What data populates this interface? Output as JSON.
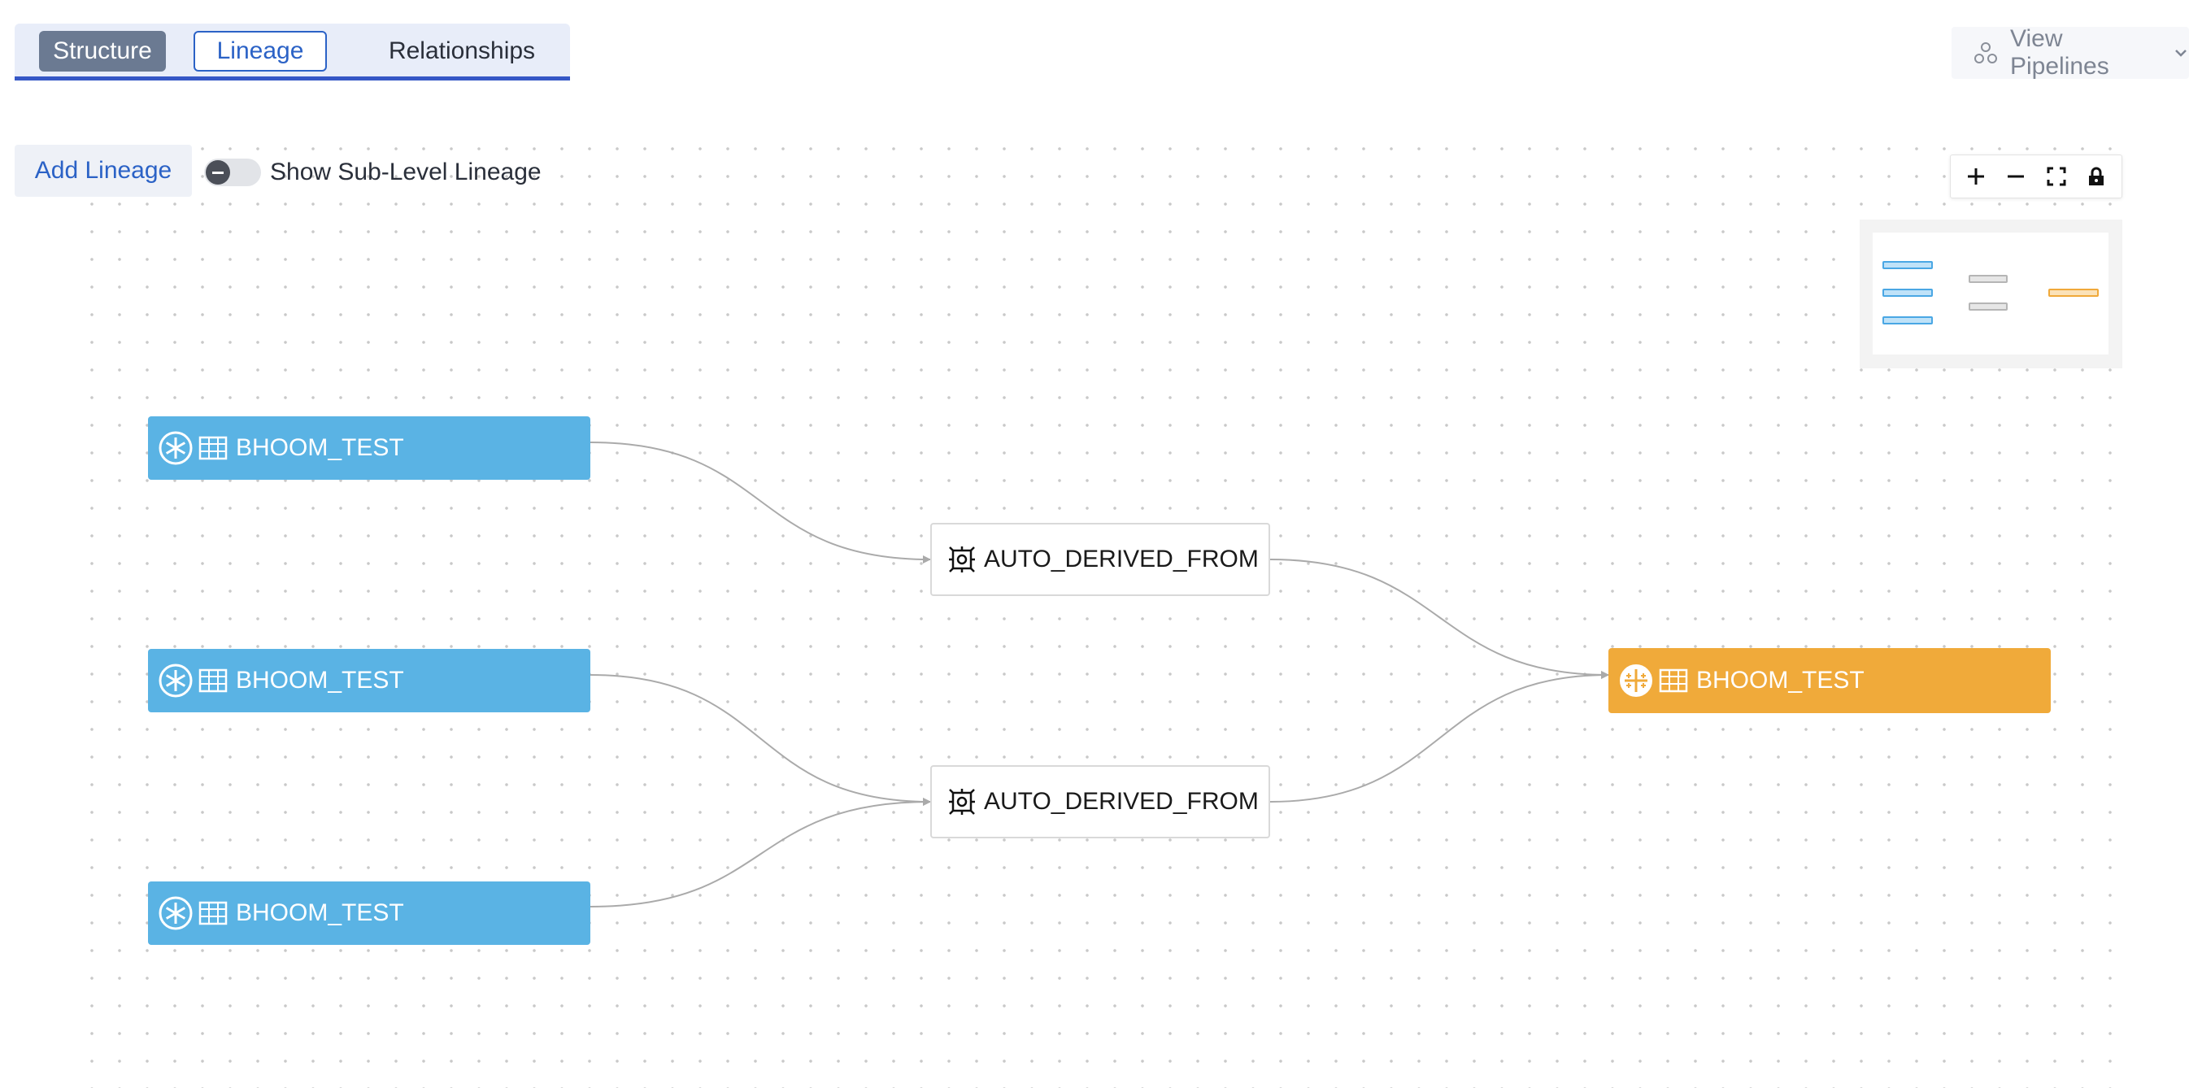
{
  "tabs": [
    {
      "label": "Structure"
    },
    {
      "label": "Lineage"
    },
    {
      "label": "Relationships"
    }
  ],
  "header": {
    "view_pipelines_label": "View Pipelines"
  },
  "toolbar": {
    "add_lineage_label": "Add Lineage",
    "sub_level_toggle_label": "Show Sub-Level Lineage",
    "sub_level_toggle_on": false
  },
  "zoom_controls": [
    "plus-icon",
    "minus-icon",
    "fit-view-icon",
    "lock-icon"
  ],
  "graph": {
    "sources": [
      {
        "label": "BHOOM_TEST",
        "icons": [
          "snowflake-icon",
          "table-icon"
        ]
      },
      {
        "label": "BHOOM_TEST",
        "icons": [
          "snowflake-icon",
          "table-icon"
        ]
      },
      {
        "label": "BHOOM_TEST",
        "icons": [
          "snowflake-icon",
          "table-icon"
        ]
      }
    ],
    "processes": [
      {
        "label": "AUTO_DERIVED_FROM",
        "icon": "process-gear-icon"
      },
      {
        "label": "AUTO_DERIVED_FROM",
        "icon": "process-gear-icon"
      }
    ],
    "target": {
      "label": "BHOOM_TEST",
      "icons": [
        "tableau-icon",
        "table-icon"
      ]
    }
  },
  "colors": {
    "source_node": "#5ab3e4",
    "target_node": "#f0aa3a",
    "accent": "#2b62c6",
    "edge": "#aaaaaa"
  }
}
